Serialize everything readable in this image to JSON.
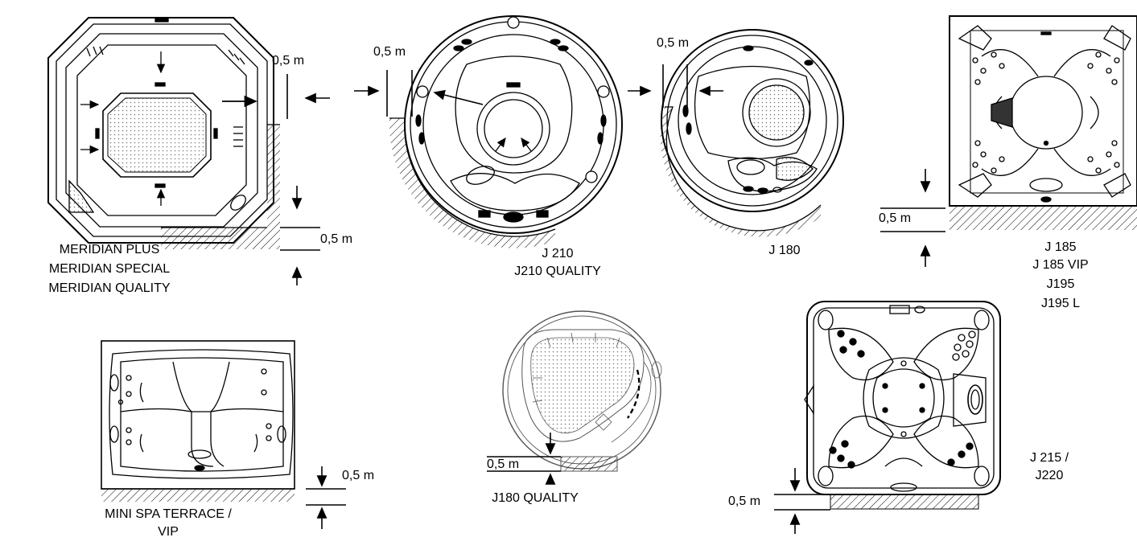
{
  "clearance": "0,5 m",
  "models": {
    "meridian": [
      "MERIDIAN PLUS",
      "MERIDIAN SPECIAL",
      "MERIDIAN QUALITY"
    ],
    "j210": [
      "J 210",
      "J210 QUALITY"
    ],
    "j180": [
      "J 180"
    ],
    "j185": [
      "J 185",
      "J 185 VIP",
      "J195",
      "J195 L"
    ],
    "mini_spa": [
      "MINI SPA TERRACE /",
      "VIP"
    ],
    "j180_quality": [
      "J180 QUALITY"
    ],
    "j215": [
      "J 215 /",
      "J220"
    ]
  },
  "colors": {
    "line": "#000000",
    "hatch": "#000000",
    "background": "#ffffff"
  }
}
